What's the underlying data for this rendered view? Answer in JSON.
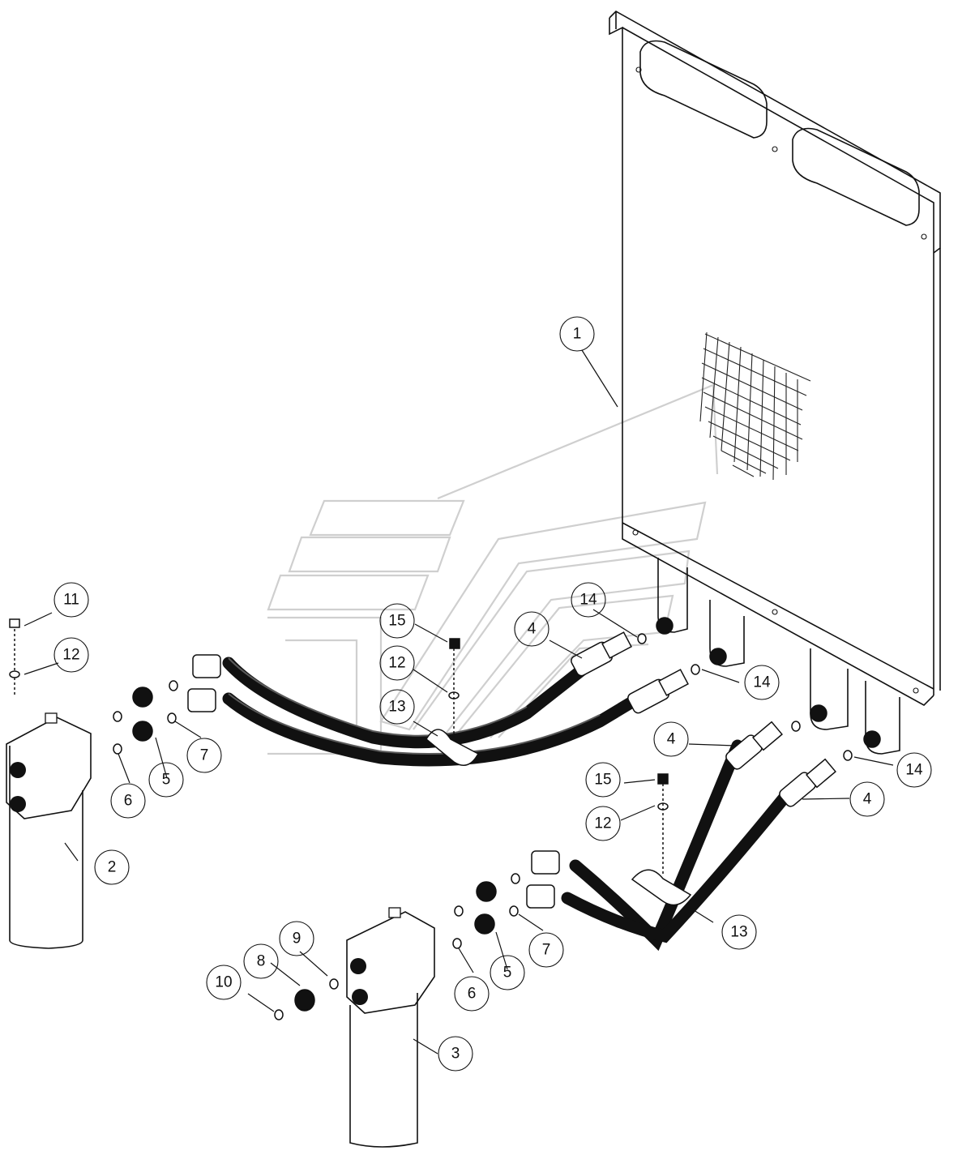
{
  "diagram": {
    "callouts": [
      {
        "id": "c1",
        "label": "1"
      },
      {
        "id": "c2",
        "label": "2"
      },
      {
        "id": "c3",
        "label": "3"
      },
      {
        "id": "c4a",
        "label": "4"
      },
      {
        "id": "c4b",
        "label": "4"
      },
      {
        "id": "c4c",
        "label": "4"
      },
      {
        "id": "c5a",
        "label": "5"
      },
      {
        "id": "c5b",
        "label": "5"
      },
      {
        "id": "c6a",
        "label": "6"
      },
      {
        "id": "c6b",
        "label": "6"
      },
      {
        "id": "c7a",
        "label": "7"
      },
      {
        "id": "c7b",
        "label": "7"
      },
      {
        "id": "c8",
        "label": "8"
      },
      {
        "id": "c9",
        "label": "9"
      },
      {
        "id": "c10",
        "label": "10"
      },
      {
        "id": "c11",
        "label": "11"
      },
      {
        "id": "c12a",
        "label": "12"
      },
      {
        "id": "c12b",
        "label": "12"
      },
      {
        "id": "c12c",
        "label": "12"
      },
      {
        "id": "c13a",
        "label": "13"
      },
      {
        "id": "c13b",
        "label": "13"
      },
      {
        "id": "c14a",
        "label": "14"
      },
      {
        "id": "c14b",
        "label": "14"
      },
      {
        "id": "c14c",
        "label": "14"
      },
      {
        "id": "c15a",
        "label": "15"
      },
      {
        "id": "c15b",
        "label": "15"
      }
    ],
    "colors": {
      "ink": "#111111",
      "watermark": "#cfcfcf",
      "background": "#ffffff"
    }
  }
}
